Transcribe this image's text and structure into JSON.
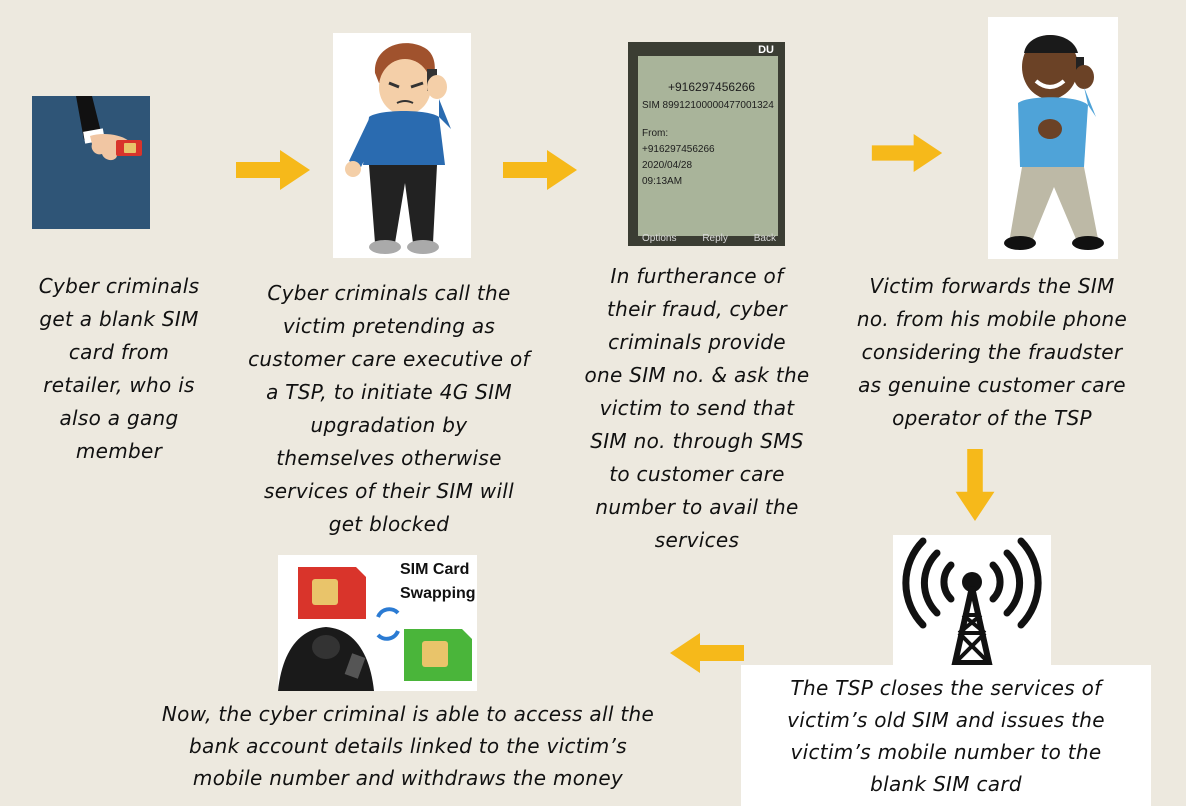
{
  "steps": [
    {
      "caption": "Cyber criminals\nget a blank SIM\ncard from\nretailer, who is\nalso a gang\nmember"
    },
    {
      "caption": "Cyber criminals call the\nvictim pretending as\ncustomer care executive of\na TSP, to initiate 4G SIM\nupgradation by\nthemselves otherwise\nservices of their SIM will\nget blocked"
    },
    {
      "caption": "In furtherance of\ntheir fraud, cyber\ncriminals  provide\none SIM no. & ask the\nvictim to send that\nSIM no. through SMS\nto customer care\nnumber to avail the\nservices"
    },
    {
      "caption": "Victim forwards the SIM\nno. from his mobile phone\nconsidering the fraudster\nas genuine customer care\noperator of the TSP"
    },
    {
      "caption": "The TSP closes the services of\nvictim’s old SIM and issues the\nvictim’s mobile number to the\nblank SIM card"
    },
    {
      "caption": "Now, the cyber criminal is able to access all the\nbank account details linked to the victim’s\nmobile number and withdraws the money"
    }
  ],
  "phone_screen": {
    "carrier": "DU",
    "sender": "+916297456266",
    "sms_body": "SIM 89912100000477001324",
    "from_label": "From:",
    "from_number": "+916297456266",
    "date": "2020/04/28",
    "time": "09:13AM",
    "softkeys": [
      "Options",
      "Reply",
      "Back"
    ]
  },
  "swap_image": {
    "title_line1": "SIM Card",
    "title_line2": "Swapping"
  },
  "colors": {
    "background": "#ede9df",
    "arrow": "#f6b91a",
    "caption_box": "#ffffff"
  }
}
